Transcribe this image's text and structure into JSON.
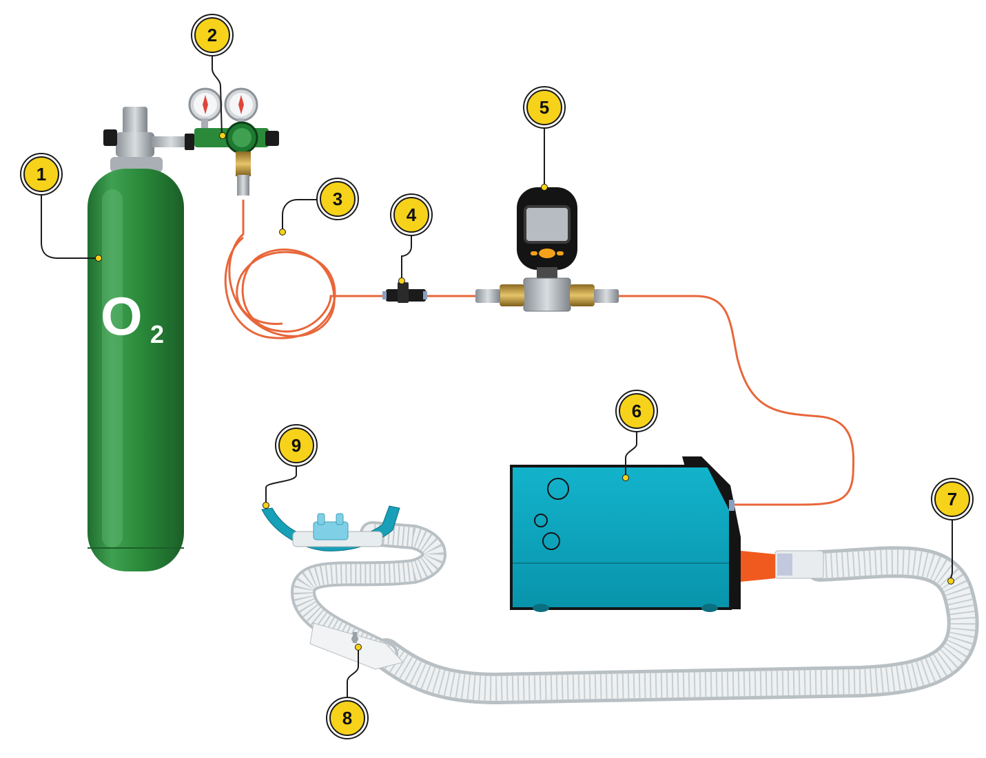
{
  "cylinder": {
    "label_main": "O",
    "label_sub": "2"
  },
  "colors": {
    "callout_fill": "#f6d21a",
    "callout_ring": "#1a1a1a",
    "cylinder_green": "#2a8a3a",
    "tubing_orange": "#e8663a",
    "humidifier_teal": "#0aa6c0",
    "hose_white": "#e9ecee",
    "connector_orange": "#f05a1e",
    "brass": "#c9a24a"
  },
  "callouts": [
    {
      "number": "1",
      "part": "oxygen-cylinder"
    },
    {
      "number": "2",
      "part": "pressure-regulator"
    },
    {
      "number": "3",
      "part": "oxygen-tubing"
    },
    {
      "number": "4",
      "part": "t-connector"
    },
    {
      "number": "5",
      "part": "flow-meter"
    },
    {
      "number": "6",
      "part": "humidifier"
    },
    {
      "number": "7",
      "part": "heated-breathing-hose"
    },
    {
      "number": "8",
      "part": "temperature-probe-connector"
    },
    {
      "number": "9",
      "part": "nasal-cannula"
    }
  ]
}
